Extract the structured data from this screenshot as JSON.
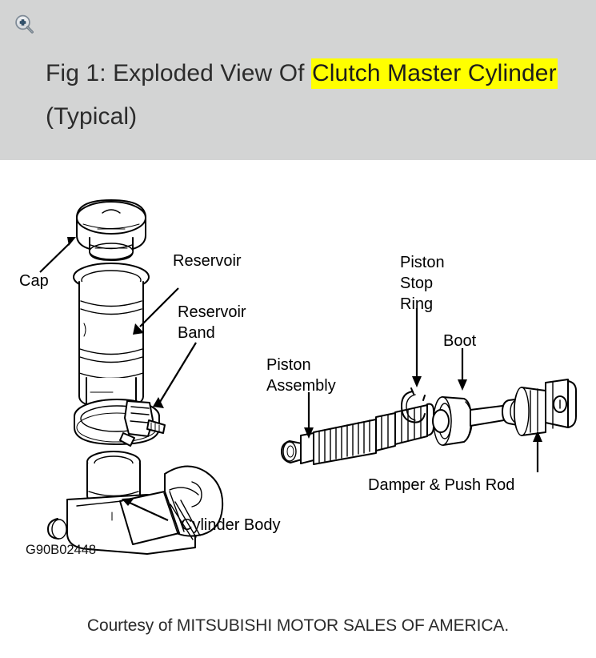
{
  "header": {
    "zoom_icon": "zoom-in-magnifier-icon",
    "title_prefix": "Fig 1: Exploded View Of ",
    "title_highlight_1": "Clutch Master Cylinder",
    "title_suffix": " (Typical)",
    "background_color": "#d3d4d4",
    "highlight_color": "#ffff00"
  },
  "figure": {
    "labels": [
      {
        "id": "cap",
        "text": "Cap"
      },
      {
        "id": "reservoir",
        "text": "Reservoir"
      },
      {
        "id": "reservoir-band-1",
        "text": "Reservoir"
      },
      {
        "id": "reservoir-band-2",
        "text": "Band"
      },
      {
        "id": "piston-1",
        "text": "Piston"
      },
      {
        "id": "piston-2",
        "text": "Assembly"
      },
      {
        "id": "stop-ring-1",
        "text": "Piston"
      },
      {
        "id": "stop-ring-2",
        "text": "Stop"
      },
      {
        "id": "stop-ring-3",
        "text": "Ring"
      },
      {
        "id": "boot",
        "text": "Boot"
      },
      {
        "id": "damper-push-rod",
        "text": "Damper & Push Rod"
      },
      {
        "id": "cylinder-body",
        "text": "Cylinder Body"
      }
    ],
    "drawing_code": "G90B02448",
    "line_color": "#000000",
    "background_color": "#ffffff"
  },
  "footer": {
    "courtesy": "Courtesy of MITSUBISHI MOTOR SALES OF AMERICA."
  }
}
